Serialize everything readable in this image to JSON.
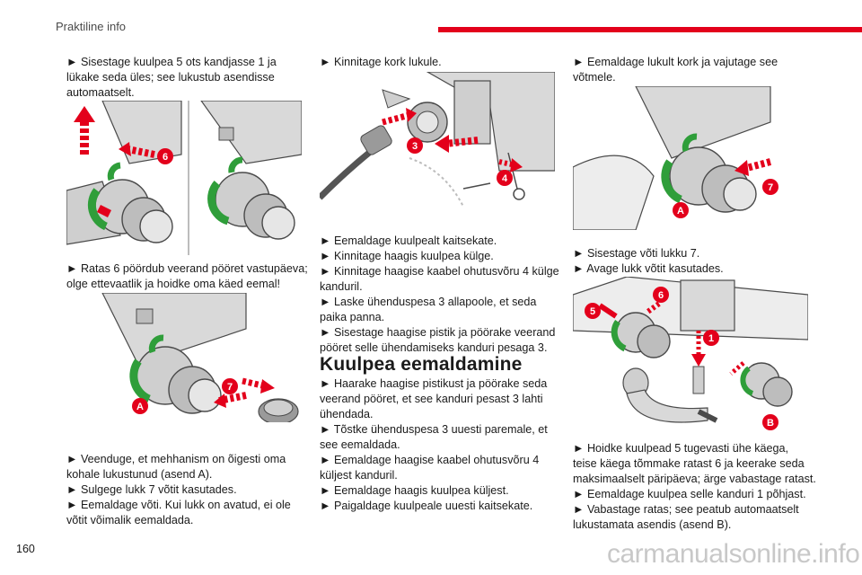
{
  "header": {
    "section": "Praktiline info",
    "accent": "#e3001b"
  },
  "page_number": "160",
  "watermark": "carmanualsonline.info",
  "colors": {
    "arrow_red": "#e3001b",
    "arrow_green": "#2f9e3a",
    "drawing": "#4a4a4a",
    "fill": "#d9d9d9"
  },
  "col1": {
    "p1": [
      "► Sisestage kuulpea 5 ots kandjasse 1 ja",
      "lükake seda üles; see lukustub asendisse",
      "automaatselt."
    ],
    "fig1": {
      "callouts": [
        "6"
      ]
    },
    "p2": [
      "► Ratas 6 pöördub veerand pööret vastupäeva;",
      "olge ettevaatlik ja hoidke oma käed eemal!"
    ],
    "fig2": {
      "callouts": [
        "7",
        "A"
      ]
    },
    "p3": [
      "► Veenduge, et mehhanism on õigesti oma",
      "kohale lukustunud (asend A).",
      "► Sulgege lukk 7 võtit kasutades.",
      "► Eemaldage võti. Kui lukk on avatud, ei ole",
      "võtit võimalik eemaldada."
    ]
  },
  "col2": {
    "p1": [
      "► Kinnitage kork lukule."
    ],
    "fig3": {
      "callouts": [
        "3",
        "4"
      ]
    },
    "p2": [
      "► Eemaldage kuulpealt kaitsekate.",
      "► Kinnitage haagis kuulpea külge.",
      "► Kinnitage haagise kaabel ohutusvõru 4 külge",
      "kanduril.",
      "► Laske ühenduspesa 3 allapoole, et seda",
      "paika panna.",
      "► Sisestage haagise pistik ja pöörake veerand",
      "pööret selle ühendamiseks kanduri pesaga 3."
    ],
    "heading": "Kuulpea eemaldamine",
    "p3": [
      "► Haarake haagise pistikust ja pöörake seda",
      "veerand pööret, et see kanduri pesast 3 lahti",
      "ühendada.",
      "► Tõstke ühenduspesa 3 uuesti paremale, et",
      "see eemaldada.",
      "► Eemaldage haagise kaabel ohutusvõru 4",
      "küljest kanduril.",
      "► Eemaldage haagis kuulpea küljest.",
      "► Paigaldage kuulpeale uuesti kaitsekate."
    ]
  },
  "col3": {
    "p1": [
      "► Eemaldage lukult kork ja vajutage see",
      "võtmele."
    ],
    "fig4": {
      "callouts": [
        "7",
        "A"
      ]
    },
    "p2": [
      "► Sisestage võti lukku 7.",
      "► Avage lukk võtit kasutades."
    ],
    "fig5": {
      "callouts": [
        "6",
        "5",
        "1",
        "B"
      ]
    },
    "p3": [
      "► Hoidke kuulpead 5 tugevasti ühe käega,",
      "teise käega tõmmake ratast 6 ja keerake seda",
      "maksimaalselt päripäeva; ärge vabastage ratast.",
      "► Eemaldage kuulpea selle kanduri 1 põhjast.",
      "► Vabastage ratas; see peatub automaatselt",
      "lukustamata asendis (asend B)."
    ]
  }
}
